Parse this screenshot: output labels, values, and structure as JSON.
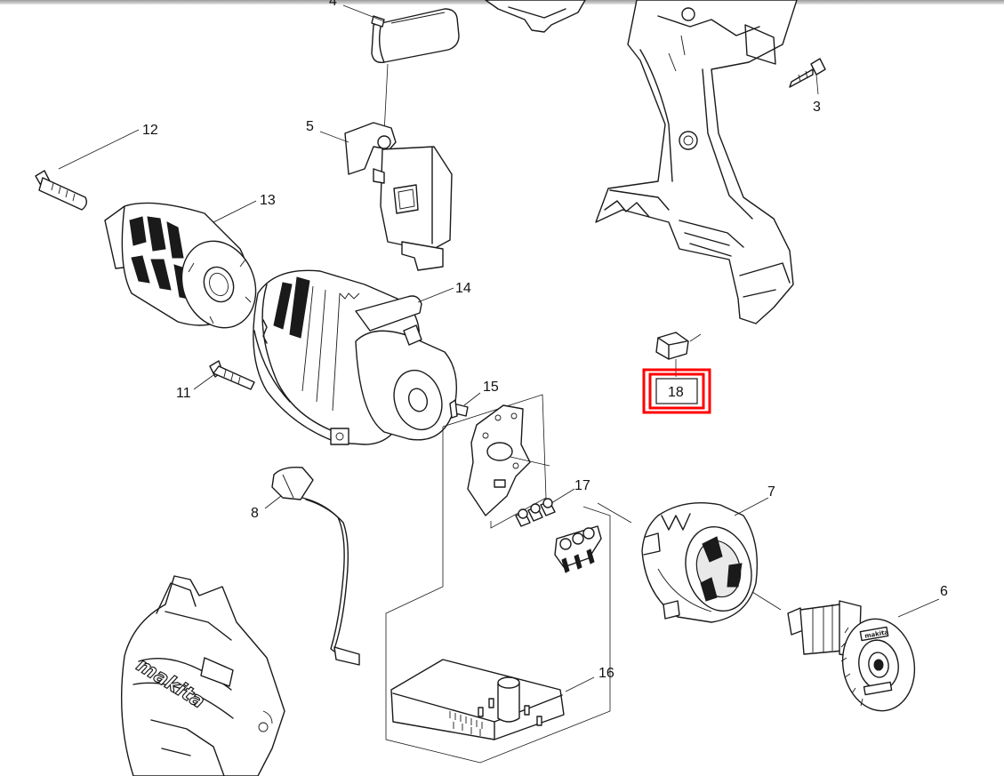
{
  "brand_text": "makita",
  "highlight_color": "#ff0000",
  "callouts": {
    "p3": "3",
    "p4": "4",
    "p5": "5",
    "p6": "6",
    "p7": "7",
    "p8": "8",
    "p11": "11",
    "p12": "12",
    "p13": "13",
    "p14": "14",
    "p15": "15",
    "p16": "16",
    "p17": "17",
    "p18": "18"
  },
  "highlighted_part": "18"
}
